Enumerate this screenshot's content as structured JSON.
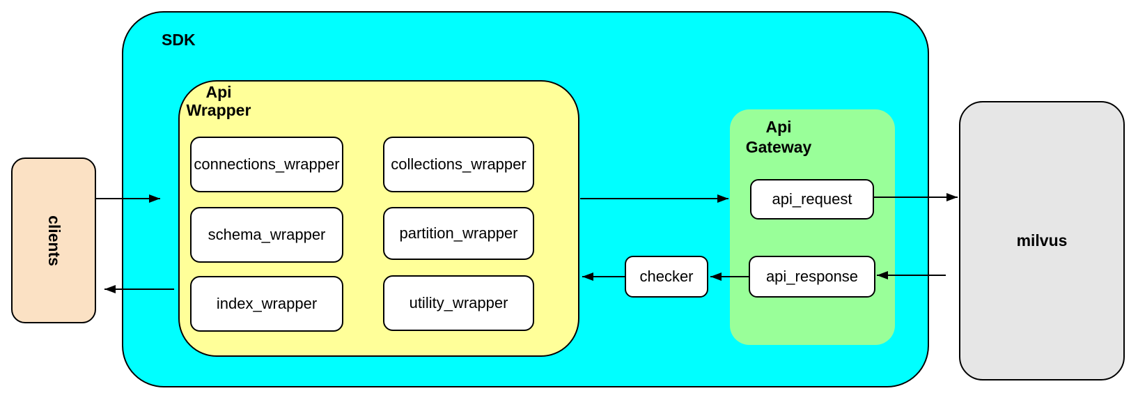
{
  "colors": {
    "sdk_fill": "#00FFFF",
    "api_wrapper_fill": "#FFFF99",
    "api_gateway_fill": "#99FF99",
    "clients_fill": "#FBE1C4",
    "milvus_fill": "#E6E6E6",
    "node_fill": "#FFFFFF",
    "stroke": "#000000",
    "text": "#000000",
    "background": "#FFFFFF"
  },
  "nodes": {
    "clients": {
      "label": "clients"
    },
    "sdk": {
      "label": "SDK"
    },
    "api_wrapper": {
      "line1": "Api",
      "line2": "Wrapper"
    },
    "wrappers": [
      {
        "label": "connections_wrapper"
      },
      {
        "label": "collections_wrapper"
      },
      {
        "label": "schema_wrapper"
      },
      {
        "label": "partition_wrapper"
      },
      {
        "label": "index_wrapper"
      },
      {
        "label": "utility_wrapper"
      }
    ],
    "checker": {
      "label": "checker"
    },
    "api_gateway": {
      "line1": "Api",
      "line2": "Gateway"
    },
    "api_request": {
      "label": "api_request"
    },
    "api_response": {
      "label": "api_response"
    },
    "milvus": {
      "label": "milvus"
    }
  }
}
